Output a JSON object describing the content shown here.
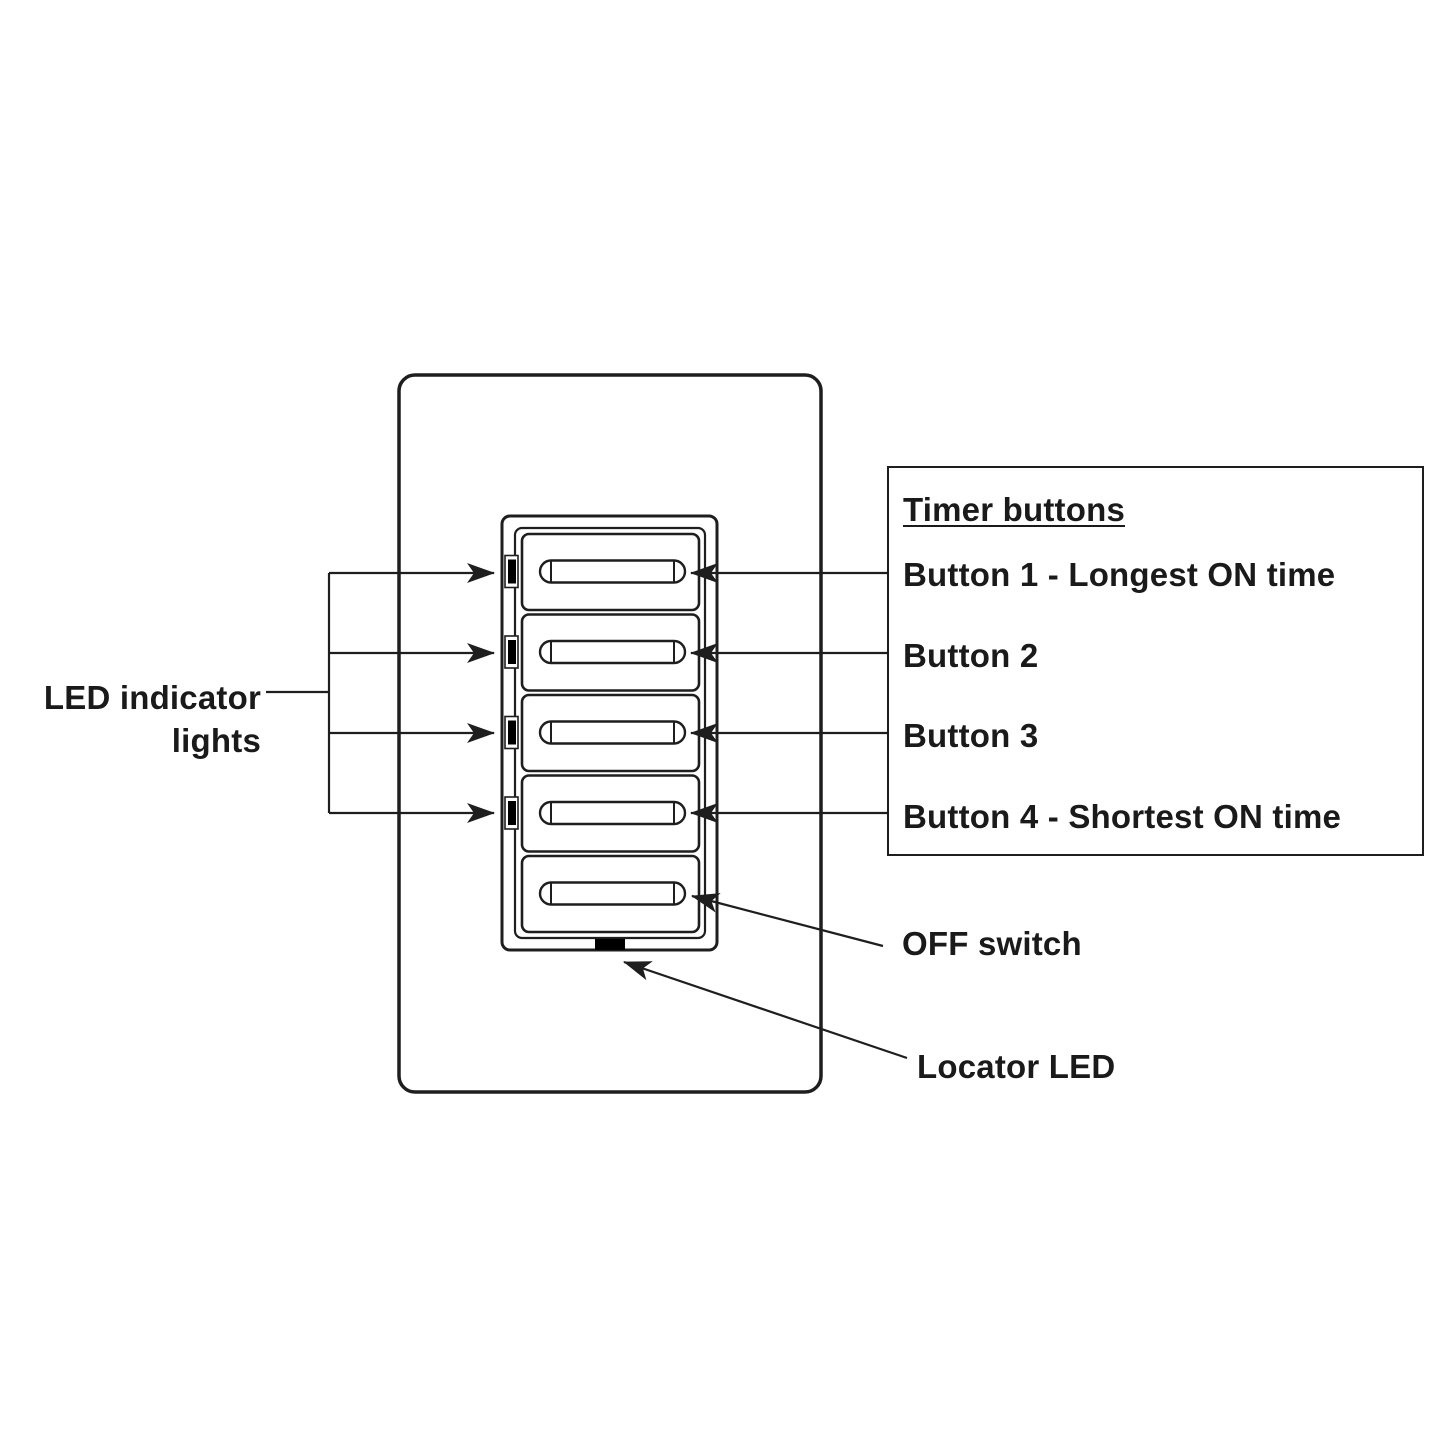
{
  "diagram": {
    "title": "Timer switch control layout",
    "colors": {
      "line": "#1e1e1e",
      "text": "#1a1a1a",
      "background": "#ffffff",
      "led_fill": "#000000"
    },
    "callouts": {
      "led_indicator": {
        "line1": "LED indicator",
        "line2": "lights",
        "target_count": 4
      },
      "off_switch": "OFF switch",
      "locator_led": "Locator LED"
    },
    "legend": {
      "heading": "Timer buttons",
      "items": [
        {
          "label": "Button 1 - Longest ON time",
          "button": 1
        },
        {
          "label": "Button 2",
          "button": 2
        },
        {
          "label": "Button 3",
          "button": 3
        },
        {
          "label": "Button 4 - Shortest ON time",
          "button": 4
        }
      ]
    },
    "device": {
      "timer_button_count": 4,
      "off_button_count": 1,
      "indicator_led_count": 4,
      "locator_led_count": 1
    }
  }
}
